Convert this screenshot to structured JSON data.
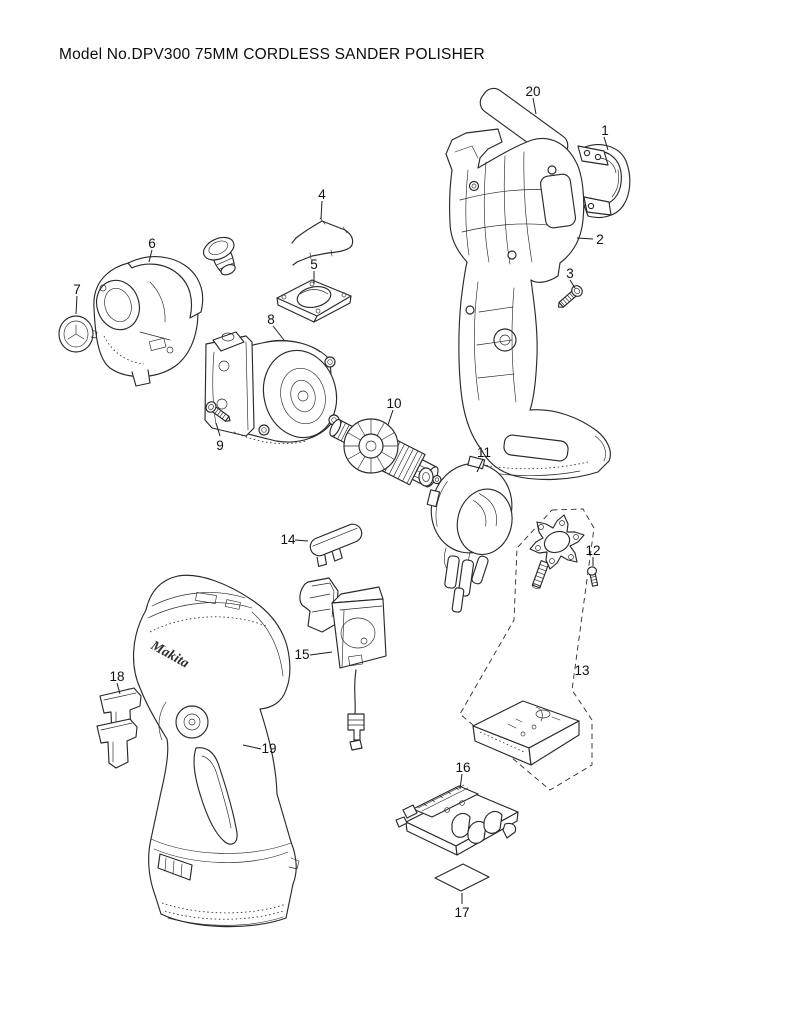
{
  "page": {
    "title": "Model No.DPV300 75MM CORDLESS SANDER POLISHER"
  },
  "diagram": {
    "type": "exploded-parts-view",
    "brand_on_housing": "Makita",
    "colors": {
      "line": "#2a2a2a",
      "background": "#ffffff"
    },
    "callouts": [
      {
        "number": "1",
        "part": "hook-bracket"
      },
      {
        "number": "2",
        "part": "motor-housing-right-half"
      },
      {
        "number": "3",
        "part": "tapping-screw"
      },
      {
        "number": "4",
        "part": "wire-guard-spring"
      },
      {
        "number": "5",
        "part": "switch-base-plate"
      },
      {
        "number": "6",
        "part": "gear-housing-cover"
      },
      {
        "number": "7",
        "part": "cap"
      },
      {
        "number": "8",
        "part": "gear-assembly"
      },
      {
        "number": "9",
        "part": "pan-head-screw"
      },
      {
        "number": "10",
        "part": "armature"
      },
      {
        "number": "11",
        "part": "field-stator"
      },
      {
        "number": "12",
        "part": "small-screw"
      },
      {
        "number": "13",
        "part": "controller-set"
      },
      {
        "number": "14",
        "part": "lock-button"
      },
      {
        "number": "15",
        "part": "switch-assembly"
      },
      {
        "number": "16",
        "part": "terminal-block"
      },
      {
        "number": "17",
        "part": "label-sheet"
      },
      {
        "number": "18",
        "part": "hook-set"
      },
      {
        "number": "19",
        "part": "motor-housing-left-half"
      },
      {
        "number": "20",
        "part": "name-plate"
      }
    ]
  }
}
